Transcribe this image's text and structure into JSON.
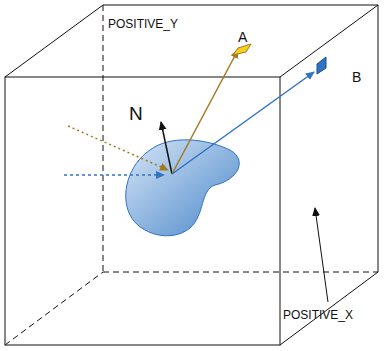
{
  "diagram": {
    "labels": [
      "POSITIVE_Y",
      "A",
      "N",
      "B",
      "POSITIVE_X"
    ]
  }
}
